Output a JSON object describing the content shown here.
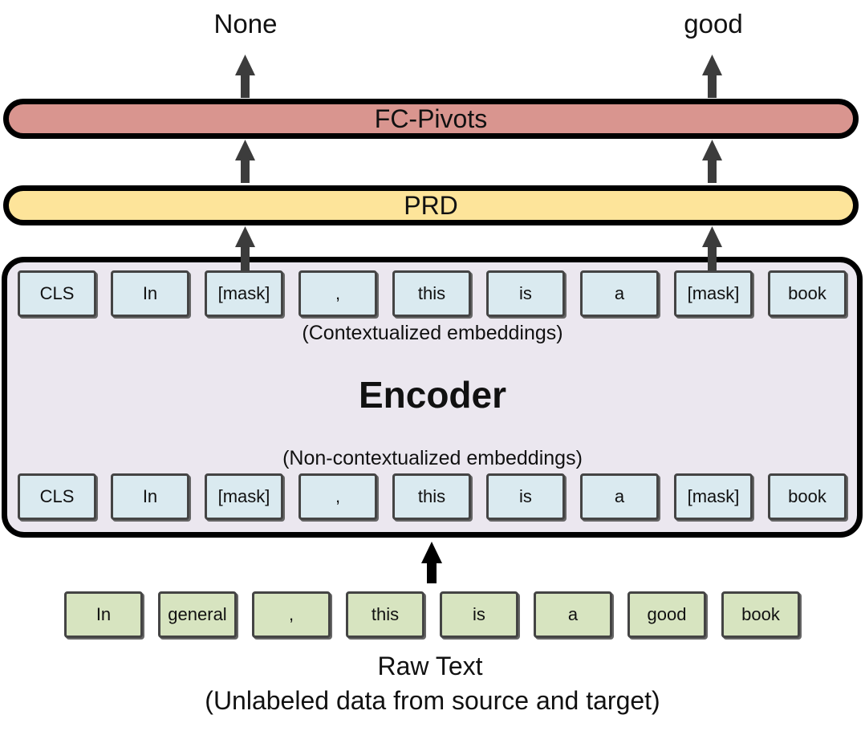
{
  "outputs": [
    "None",
    "good"
  ],
  "fc_layer": "FC-Pivots",
  "prd_layer": "PRD",
  "encoder": {
    "title": "Encoder",
    "contextual_caption": "(Contextualized embeddings)",
    "noncontextual_caption": "(Non-contextualized embeddings)",
    "tokens": [
      "CLS",
      "In",
      "[mask]",
      ",",
      "this",
      "is",
      "a",
      "[mask]",
      "book"
    ]
  },
  "raw": {
    "tokens": [
      "In",
      "general",
      ",",
      "this",
      "is",
      "a",
      "good",
      "book"
    ],
    "title": "Raw Text",
    "subtitle": "(Unlabeled data from source and target)"
  },
  "colors": {
    "fc_fill": "#d9958f",
    "prd_fill": "#fde49a",
    "encoder_fill": "#ebe7ef",
    "token_fill": "#daeaf0",
    "raw_token_fill": "#d7e4c0",
    "arrow_gray": "#3c3c3c",
    "arrow_black": "#000000"
  }
}
